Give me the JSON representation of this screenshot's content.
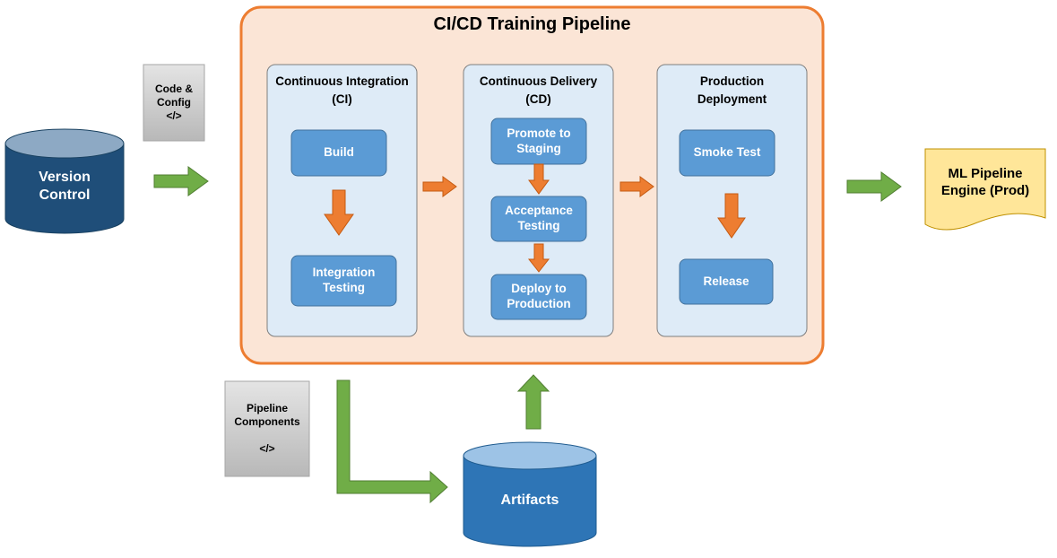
{
  "pipeline": {
    "title": "CI/CD Training Pipeline"
  },
  "stages": {
    "ci": {
      "title": "Continuous Integration\n(CI)",
      "steps": [
        "Build",
        "Integration\nTesting"
      ]
    },
    "cd": {
      "title": "Continuous Delivery\n(CD)",
      "steps": [
        "Promote to\nStaging",
        "Acceptance\nTesting",
        "Deploy to\nProduction"
      ]
    },
    "prod": {
      "title": "Production\nDeployment",
      "steps": [
        "Smoke Test",
        "Release"
      ]
    }
  },
  "inputs": {
    "version_control": "Version\nControl",
    "code_config": "Code &\nConfig\n</>",
    "pipeline_components": "Pipeline\nComponents\n\n</>"
  },
  "outputs": {
    "artifacts": "Artifacts",
    "ml_engine": "ML Pipeline\nEngine (Prod)"
  },
  "colors": {
    "pipeline_fill": "#FBE5D6",
    "pipeline_border": "#ED7D31",
    "stage_fill": "#DEEBF7",
    "stage_border": "#7F7F7F",
    "step_fill": "#5B9BD5",
    "step_border": "#41719C",
    "orange_arrow": "#ED7D31",
    "green_arrow": "#70AD47",
    "version_control": "#1F4E79",
    "artifacts": "#2E75B6",
    "doc_fill": "#D0D0D0",
    "ml_engine": "#FFE699"
  }
}
